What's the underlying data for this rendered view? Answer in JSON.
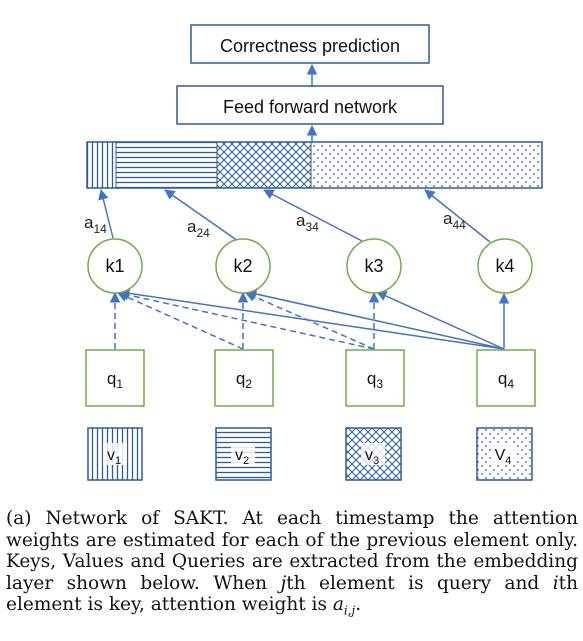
{
  "colors": {
    "box_blue": "#2e5b9a",
    "arrow_blue": "#4472c4",
    "node_green": "#70ad47"
  },
  "boxes": {
    "prediction": "Correctness prediction",
    "ffn": "Feed forward network"
  },
  "attention_weights": [
    {
      "base": "a",
      "sub": "14"
    },
    {
      "base": "a",
      "sub": "24"
    },
    {
      "base": "a",
      "sub": "34"
    },
    {
      "base": "a",
      "sub": "44"
    }
  ],
  "keys": [
    "k1",
    "k2",
    "k3",
    "k4"
  ],
  "queries": [
    {
      "base": "q",
      "sub": "1"
    },
    {
      "base": "q",
      "sub": "2"
    },
    {
      "base": "q",
      "sub": "3"
    },
    {
      "base": "q",
      "sub": "4"
    }
  ],
  "values": [
    {
      "base": "v",
      "sub": "1",
      "pattern": "vertical-lines"
    },
    {
      "base": "v",
      "sub": "2",
      "pattern": "horizontal-lines"
    },
    {
      "base": "v",
      "sub": "3",
      "pattern": "cross-hatch"
    },
    {
      "base": "V",
      "sub": "4",
      "pattern": "dots"
    }
  ],
  "caption": {
    "label": "(a) Network of SAKT.",
    "text1": " At each timestamp the attention weights are estimated for each of the previous element only.  Keys, Values and Queries are extracted from the embedding layer shown below.  When ",
    "j": "j",
    "text2": "th element is query and ",
    "i": "i",
    "text3": "th element is key, attention weight is ",
    "weight": "a",
    "weight_sub": "i,j",
    "end": "."
  }
}
